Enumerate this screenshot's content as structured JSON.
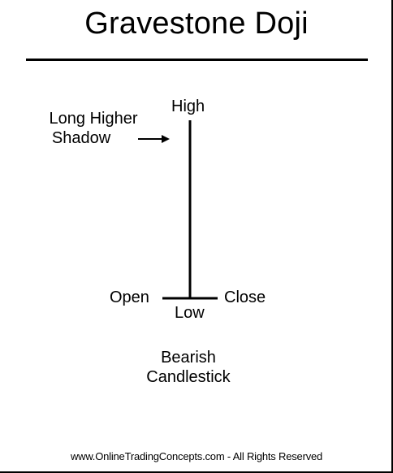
{
  "title": "Gravestone Doji",
  "labels": {
    "high": "High",
    "low": "Low",
    "open": "Open",
    "close": "Close",
    "shadow_line1": "Long Higher",
    "shadow_line2": "Shadow",
    "caption_line1": "Bearish",
    "caption_line2": "Candlestick"
  },
  "footer": "www.OnlineTradingConcepts.com - All Rights Reserved",
  "colors": {
    "ink": "#000000",
    "background": "#ffffff"
  }
}
